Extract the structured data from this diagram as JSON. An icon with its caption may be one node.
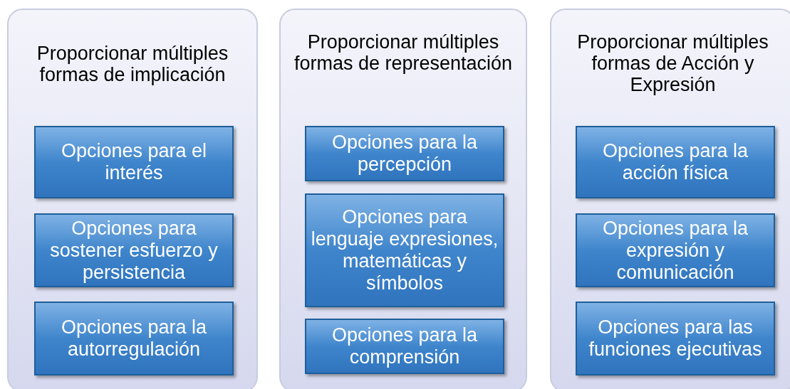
{
  "diagram": {
    "nodes": [
      {
        "text": [
          "Proporcionar múltiples formas de implicación"
        ]
      },
      {
        "text": [
          "Opciones para el interés"
        ],
        "in": 0
      },
      {
        "text": [
          "Opciones para sostener esfuerzo y persistencia"
        ],
        "in": 0
      },
      {
        "text": [
          "Opciones para la autorregulación"
        ],
        "in": 0
      },
      {
        "text": [
          "Proporcionar múltiples formas de representación"
        ]
      },
      {
        "text": [
          "Opciones para la percepción"
        ],
        "in": 4
      },
      {
        "text": [
          "Opciones para lenguaje expresiones, matemáticas y símbolos"
        ],
        "in": 4
      },
      {
        "text": [
          "Opciones para la comprensión"
        ],
        "in": 4
      },
      {
        "text": [
          "Proporcionar múltiples formas de Acción y Expresión"
        ]
      },
      {
        "text": [
          "Opciones para la acción física"
        ],
        "in": 8
      },
      {
        "text": [
          "Opciones para la expresión y comunicación"
        ],
        "in": 8
      },
      {
        "text": [
          "Opciones para las funciones ejecutivas"
        ],
        "in": 8
      }
    ],
    "edges": []
  }
}
